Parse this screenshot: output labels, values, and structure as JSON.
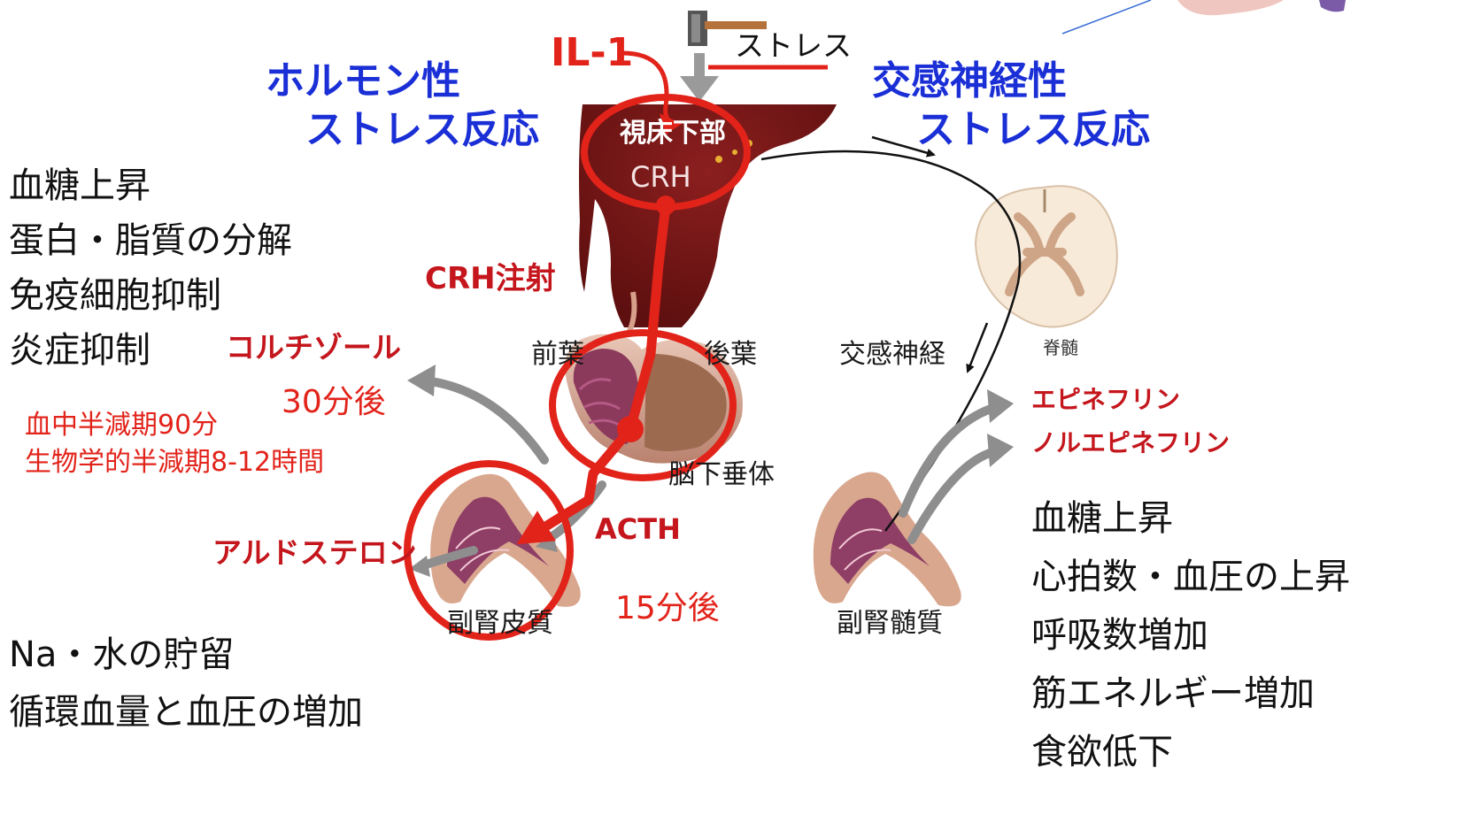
{
  "stress_trigger": "ストレス",
  "il1": "IL-1",
  "hormonal": {
    "line1": "ホルモン性",
    "line2": "ストレス反応"
  },
  "sympathetic": {
    "line1": "交感神経性",
    "line2": "ストレス反応"
  },
  "hypothalamus": {
    "name": "視床下部",
    "hormone": "CRH"
  },
  "crh_injection": "CRH注射",
  "pituitary": {
    "anterior": "前葉",
    "posterior": "後葉",
    "name": "脳下垂体"
  },
  "acth": "ACTH",
  "acth_time": "15分後",
  "adrenal_cortex": "副腎皮質",
  "cortisol": {
    "name": "コルチゾール",
    "time": "30分後"
  },
  "half_life": {
    "blood": "血中半減期90分",
    "biological": "生物学的半減期8-12時間"
  },
  "aldosterone": "アルドステロン",
  "cortisol_effects": [
    "血糖上昇",
    "蛋白・脂質の分解",
    "免疫細胞抑制",
    "炎症抑制"
  ],
  "aldosterone_effects": [
    "Na・水の貯留",
    "循環血量と血圧の増加"
  ],
  "spinal_cord": "脊髄",
  "sympathetic_nerve": "交感神経",
  "catecholamines": [
    "エピネフリン",
    "ノルエピネフリン"
  ],
  "adrenal_medulla": "副腎髄質",
  "sympathetic_effects": [
    "血糖上昇",
    "心拍数・血圧の上昇",
    "呼吸数増加",
    "筋エネルギー増加",
    "食欲低下"
  ],
  "colors": {
    "highlight_red": "#e2231a",
    "label_blue": "#1a2fd6",
    "hormone_label_red": "#c4161c",
    "tissue_dark_red": "#7a1414"
  }
}
